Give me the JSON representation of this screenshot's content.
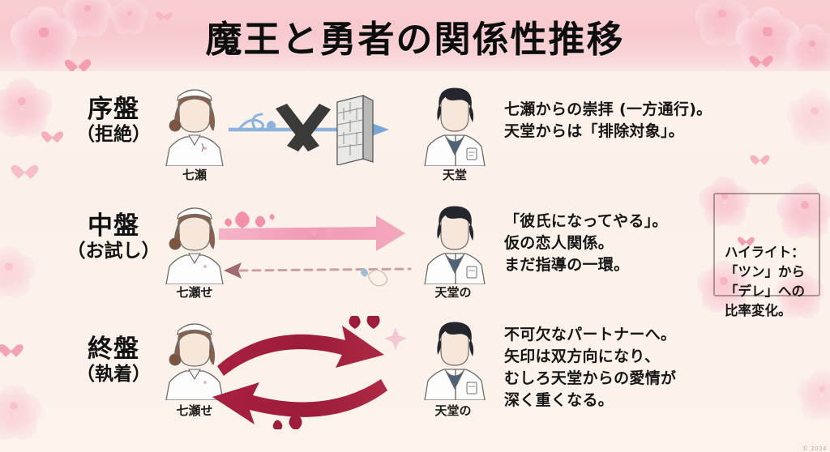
{
  "header": {
    "title": "魔王と勇者の関係性推移",
    "band_color": "#f8c9ce"
  },
  "theme": {
    "background": "#fbf2ec",
    "pink_accent": "#f2a0b6",
    "crimson_accent": "#a6213c",
    "blue_accent": "#7ba7d7",
    "text_color": "#141414"
  },
  "rows": [
    {
      "stage_main": "序盤",
      "stage_sub": "（拒絶）",
      "left_character": "七瀬",
      "right_character": "天堂",
      "arrow_type": "blocked-one-way",
      "arrow_icons": [
        "heart-outline-icon",
        "cross-mark-icon",
        "brick-wall-icon",
        "blue-arrow-icon"
      ],
      "description": "七瀬からの崇拝 (一方通行)。\n天堂からは「排除対象」。"
    },
    {
      "stage_main": "中盤",
      "stage_sub": "（お試し）",
      "left_character": "七瀬せ",
      "right_character": "天堂の",
      "arrow_type": "strong-forward-weak-back",
      "arrow_icons": [
        "pink-arrow-icon",
        "heart-icon",
        "dashed-arrow-icon"
      ],
      "description": "「彼氏になってやる」。\n仮の恋人関係。\nまだ指導の一環。"
    },
    {
      "stage_main": "終盤",
      "stage_sub": "（執着）",
      "left_character": "七瀬せ",
      "right_character": "天堂の",
      "arrow_type": "bidirectional",
      "arrow_icons": [
        "crimson-curved-arrow-icon",
        "heart-icon",
        "sparkle-icon"
      ],
      "description": "不可欠なパートナーへ。\n矢印は双方向になり、\nむしろ天堂からの愛情が\n深く重くなる。"
    }
  ],
  "note": {
    "text": "ハイライト：\n「ツン」から\n「デレ」への\n比率変化。"
  },
  "credit": "© 2024"
}
